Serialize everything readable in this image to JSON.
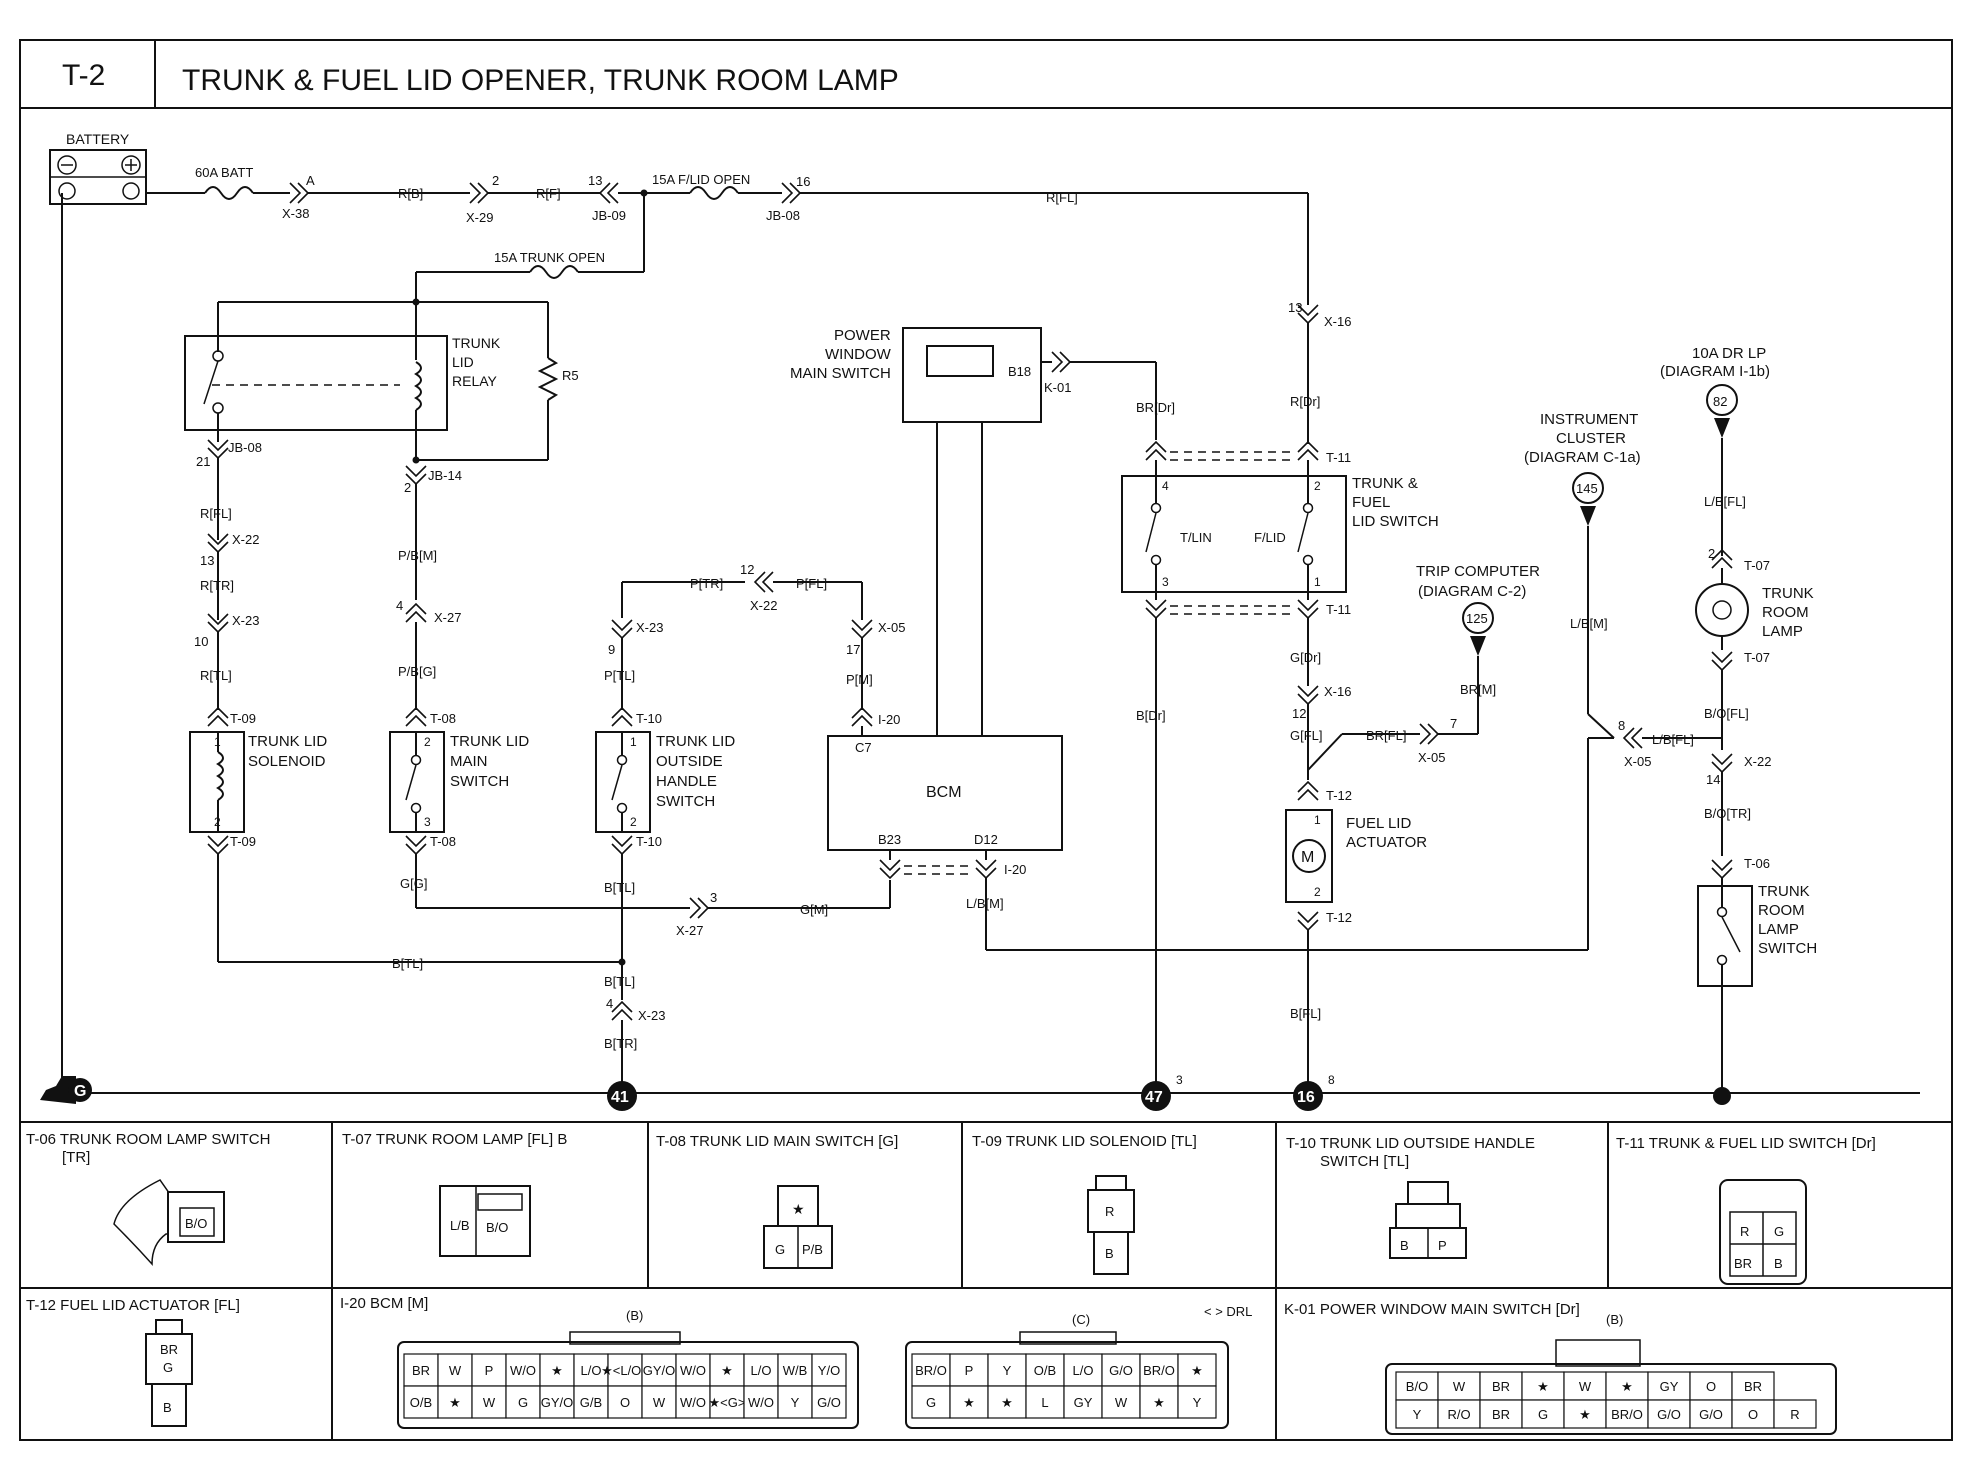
{
  "header": {
    "id": "T-2",
    "title": "TRUNK & FUEL LID OPENER, TRUNK ROOM LAMP"
  },
  "battery": {
    "label": "BATTERY",
    "minus": "⊖",
    "plus": "⊕"
  },
  "fuses": {
    "batt": "60A BATT",
    "lid_open": "15A F/LID OPEN",
    "trunk_open": "15A TRUNK OPEN",
    "dr_lp": "10A DR LP",
    "dr_lp_ref": "(DIAGRAM I-1b)"
  },
  "top_line": {
    "pin_a": "A",
    "x38": "X-38",
    "rb": "R[B]",
    "pin_2": "2",
    "x29": "X-29",
    "rf": "R[F]",
    "pin_13": "13",
    "jb09": "JB-09",
    "pin_16": "16",
    "jb08": "JB-08",
    "rfl": "R[FL]"
  },
  "relay": {
    "name": [
      "TRUNK",
      "LID",
      "RELAY"
    ],
    "r5": "R5",
    "pin21": "21",
    "jb08": "JB-08",
    "pin2": "2",
    "jb14": "JB-14"
  },
  "left_wire": {
    "rfl": "R[FL]",
    "pin13": "13",
    "x22": "X-22",
    "rtr": "R[TR]",
    "pin10": "10",
    "x23": "X-23",
    "rtl": "R[TL]",
    "t09": "T-09"
  },
  "solenoid": {
    "name": [
      "TRUNK LID",
      "SOLENOID"
    ],
    "pin1": "1",
    "pin2": "2",
    "t09": "T-09"
  },
  "main_wire": {
    "pbm": "P/B[M]",
    "pin4": "4",
    "x27": "X-27",
    "pbg": "P/B[G]",
    "t08": "T-08"
  },
  "main_switch": {
    "name": [
      "TRUNK LID",
      "MAIN",
      "SWITCH"
    ],
    "pin2": "2",
    "pin3": "3",
    "t08": "T-08",
    "gg": "G[G]"
  },
  "handle_wire": {
    "ptr": "P[TR]",
    "pin12": "12",
    "x22": "X-22",
    "pfl": "P[FL]",
    "pin9": "9",
    "x23": "X-23",
    "ptl": "P[TL]",
    "t10": "T-10",
    "pin17": "17",
    "x05": "X-05",
    "pm": "P[M]",
    "i20": "I-20"
  },
  "handle_switch": {
    "name": [
      "TRUNK LID",
      "OUTSIDE",
      "HANDLE",
      "SWITCH"
    ],
    "pin1": "1",
    "pin2": "2",
    "t10": "T-10",
    "btl": "B[TL]"
  },
  "bcm": {
    "name": "BCM",
    "c7": "C7",
    "b23": "B23",
    "d12": "D12",
    "i20": "I-20",
    "gm": "G[M]",
    "pin3": "3",
    "x27": "X-27",
    "lbm": "L/B[M]"
  },
  "pw_switch": {
    "name": [
      "POWER",
      "WINDOW",
      "MAIN SWITCH"
    ],
    "b18": "B18",
    "k01": "K-01",
    "brdr": "BR[Dr]"
  },
  "lid_switch": {
    "name": [
      "TRUNK &",
      "FUEL",
      "LID SWITCH"
    ],
    "tlin": "T/LIN",
    "flid": "F/LID",
    "pin4": "4",
    "pin2": "2",
    "pin3": "3",
    "pin1": "1",
    "t11": "T-11",
    "t11b": "T-11",
    "pin13": "13",
    "x16": "X-16",
    "rdr": "R[Dr]",
    "bdr": "B[Dr]"
  },
  "fuel_wire": {
    "gdr": "G[Dr]",
    "pin12": "12",
    "x16": "X-16",
    "gfl": "G[FL]",
    "brfl": "BR[FL]",
    "pin7": "7",
    "x05": "X-05",
    "brm": "BR[M]",
    "t12": "T-12"
  },
  "fuel_actuator": {
    "name": [
      "FUEL LID",
      "ACTUATOR"
    ],
    "motor": "M",
    "pin1": "1",
    "pin2": "2",
    "t12": "T-12",
    "bfl": "B[FL]"
  },
  "trip": {
    "name": [
      "TRIP COMPUTER",
      "(DIAGRAM C-2)"
    ],
    "num": "125"
  },
  "cluster": {
    "name": [
      "INSTRUMENT",
      "CLUSTER",
      "(DIAGRAM C-1a)"
    ],
    "num": "145",
    "lbm": "L/B[M]",
    "pin8": "8",
    "x05": "X-05",
    "lbfl": "L/B[FL]"
  },
  "dr_lp": {
    "num": "82",
    "lbfl": "L/B[FL]",
    "pin2": "2",
    "t07": "T-07"
  },
  "room_lamp": {
    "name": [
      "TRUNK",
      "ROOM",
      "LAMP"
    ],
    "t07": "T-07",
    "bofl": "B/O[FL]",
    "pin14": "14",
    "x22": "X-22",
    "botr": "B/O[TR]",
    "t06": "T-06"
  },
  "room_lamp_switch": {
    "name": [
      "TRUNK",
      "ROOM",
      "LAMP",
      "SWITCH"
    ]
  },
  "ground_wire": {
    "btl": "B[TL]",
    "btl2": "B[TL]",
    "pin4": "4",
    "x23": "X-23",
    "btr": "B[TR]"
  },
  "grounds": {
    "g": "G",
    "g41": "41",
    "g47": "47",
    "g47pin": "3",
    "g16": "16",
    "g16pin": "8"
  },
  "connectors": {
    "t06": {
      "title": [
        "T-06 TRUNK ROOM LAMP SWITCH",
        "[TR]"
      ],
      "pin": "B/O"
    },
    "t07": {
      "title": "T-07 TRUNK ROOM LAMP [FL] B",
      "p1": "L/B",
      "p2": "B/O"
    },
    "t08": {
      "title": "T-08 TRUNK LID MAIN SWITCH [G]",
      "star": "★",
      "p3": "G",
      "p2": "P/B"
    },
    "t09": {
      "title": "T-09 TRUNK LID SOLENOID [TL]",
      "p1": "R",
      "p2": "B"
    },
    "t10": {
      "title": [
        "T-10 TRUNK LID OUTSIDE HANDLE",
        "SWITCH [TL]"
      ],
      "p1": "B",
      "p2": "P"
    },
    "t11": {
      "title": "T-11 TRUNK & FUEL LID SWITCH [Dr]",
      "p1": "R",
      "p2": "G",
      "p3": "BR",
      "p4": "B"
    },
    "t12": {
      "title": "T-12 FUEL LID ACTUATOR [FL]",
      "p1": "BR",
      "p1b": "G",
      "p2": "B"
    },
    "i20": {
      "title": "I-20 BCM [M]",
      "b": "(B)",
      "c": "(C)",
      "drl": "< > DRL",
      "b_row1": [
        "BR",
        "W",
        "P",
        "W/O",
        "★",
        "L/O",
        "★<L/O>",
        "GY/O",
        "W/O",
        "★",
        "L/O",
        "W/B",
        "Y/O"
      ],
      "b_row2": [
        "O/B",
        "★",
        "W",
        "G",
        "GY/O",
        "G/B",
        "O",
        "W",
        "W/O",
        "★<G>",
        "W/O",
        "Y",
        "G/O"
      ],
      "c_row1": [
        "BR/O",
        "P",
        "Y",
        "O/B",
        "L/O",
        "G/O",
        "BR/O",
        "★"
      ],
      "c_row2": [
        "G",
        "★",
        "★",
        "L",
        "GY",
        "W",
        "★",
        "Y"
      ]
    },
    "k01": {
      "title": "K-01 POWER WINDOW MAIN SWITCH [Dr]",
      "b": "(B)",
      "row1": [
        "B/O",
        "W",
        "BR",
        "★",
        "W",
        "★",
        "GY",
        "O",
        "BR"
      ],
      "row2": [
        "Y",
        "R/O",
        "BR",
        "G",
        "★",
        "BR/O",
        "G/O",
        "G/O",
        "O",
        "R"
      ]
    }
  }
}
